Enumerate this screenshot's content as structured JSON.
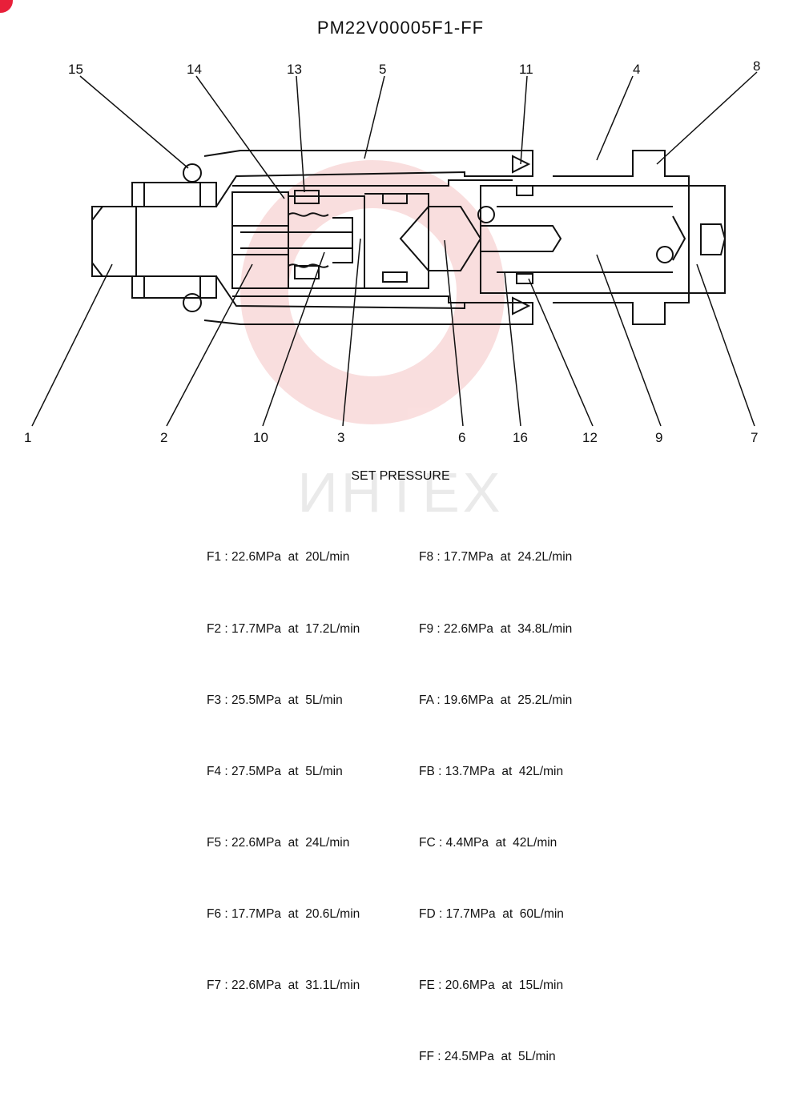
{
  "title": "PM22V00005F1-FF",
  "watermark_text": "ИНТЕХ",
  "callouts": [
    "1",
    "2",
    "3",
    "4",
    "5",
    "6",
    "7",
    "8",
    "9",
    "10",
    "11",
    "12",
    "13",
    "14",
    "15",
    "16"
  ],
  "set_pressure": {
    "heading": "SET PRESSURE",
    "left": [
      "F1 : 22.6MPa  at  20L/min",
      "F2 : 17.7MPa  at  17.2L/min",
      "F3 : 25.5MPa  at  5L/min",
      "F4 : 27.5MPa  at  5L/min",
      "F5 : 22.6MPa  at  24L/min",
      "F6 : 17.7MPa  at  20.6L/min",
      "F7 : 22.6MPa  at  31.1L/min"
    ],
    "right": [
      "F8 : 17.7MPa  at  24.2L/min",
      "F9 : 22.6MPa  at  34.8L/min",
      "FA : 19.6MPa  at  25.2L/min",
      "FB : 13.7MPa  at  42L/min",
      "FC : 4.4MPa  at  42L/min",
      "FD : 17.7MPa  at  60L/min",
      "FE : 20.6MPa  at  15L/min",
      "FF : 24.5MPa  at  5L/min"
    ]
  },
  "colors": {
    "ink": "#111111",
    "watermark": "#f3b7b7",
    "corner_mark": "#e8203a"
  }
}
